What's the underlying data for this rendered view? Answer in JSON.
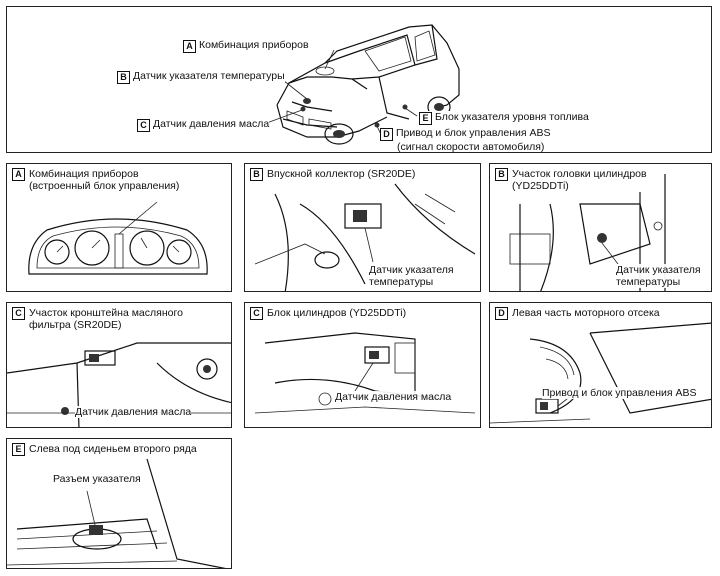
{
  "overview": {
    "labels": [
      {
        "badge": "A",
        "text": "Комбинация приборов"
      },
      {
        "badge": "B",
        "text": "Датчик указателя температуры"
      },
      {
        "badge": "C",
        "text": "Датчик давления масла"
      },
      {
        "badge": "E",
        "text": "Блок указателя уровня топлива"
      },
      {
        "badge": "D",
        "text": "Привод и блок управления ABS",
        "text2": "(сигнал скорости автомобиля)"
      }
    ]
  },
  "panels": [
    {
      "badge": "A",
      "title": "Комбинация приборов",
      "title2": "(встроенный блок управления)"
    },
    {
      "badge": "B",
      "title": "Впускной коллектор (SR20DE)",
      "callout": "Датчик указателя",
      "callout2": "температуры"
    },
    {
      "badge": "B",
      "title": "Участок головки цилиндров",
      "title2": "(YD25DDTi)",
      "callout": "Датчик указателя",
      "callout2": "температуры"
    },
    {
      "badge": "C",
      "title": "Участок кронштейна масляного",
      "title2": "фильтра (SR20DE)",
      "callout": "Датчик давления масла"
    },
    {
      "badge": "C",
      "title": "Блок цилиндров (YD25DDTi)",
      "callout": "Датчик давления масла"
    },
    {
      "badge": "D",
      "title": "Левая часть моторного отсека",
      "callout": "Привод и блок управления ABS"
    },
    {
      "badge": "E",
      "title": "Слева под сиденьем второго ряда",
      "callout": "Разъем указателя"
    }
  ]
}
